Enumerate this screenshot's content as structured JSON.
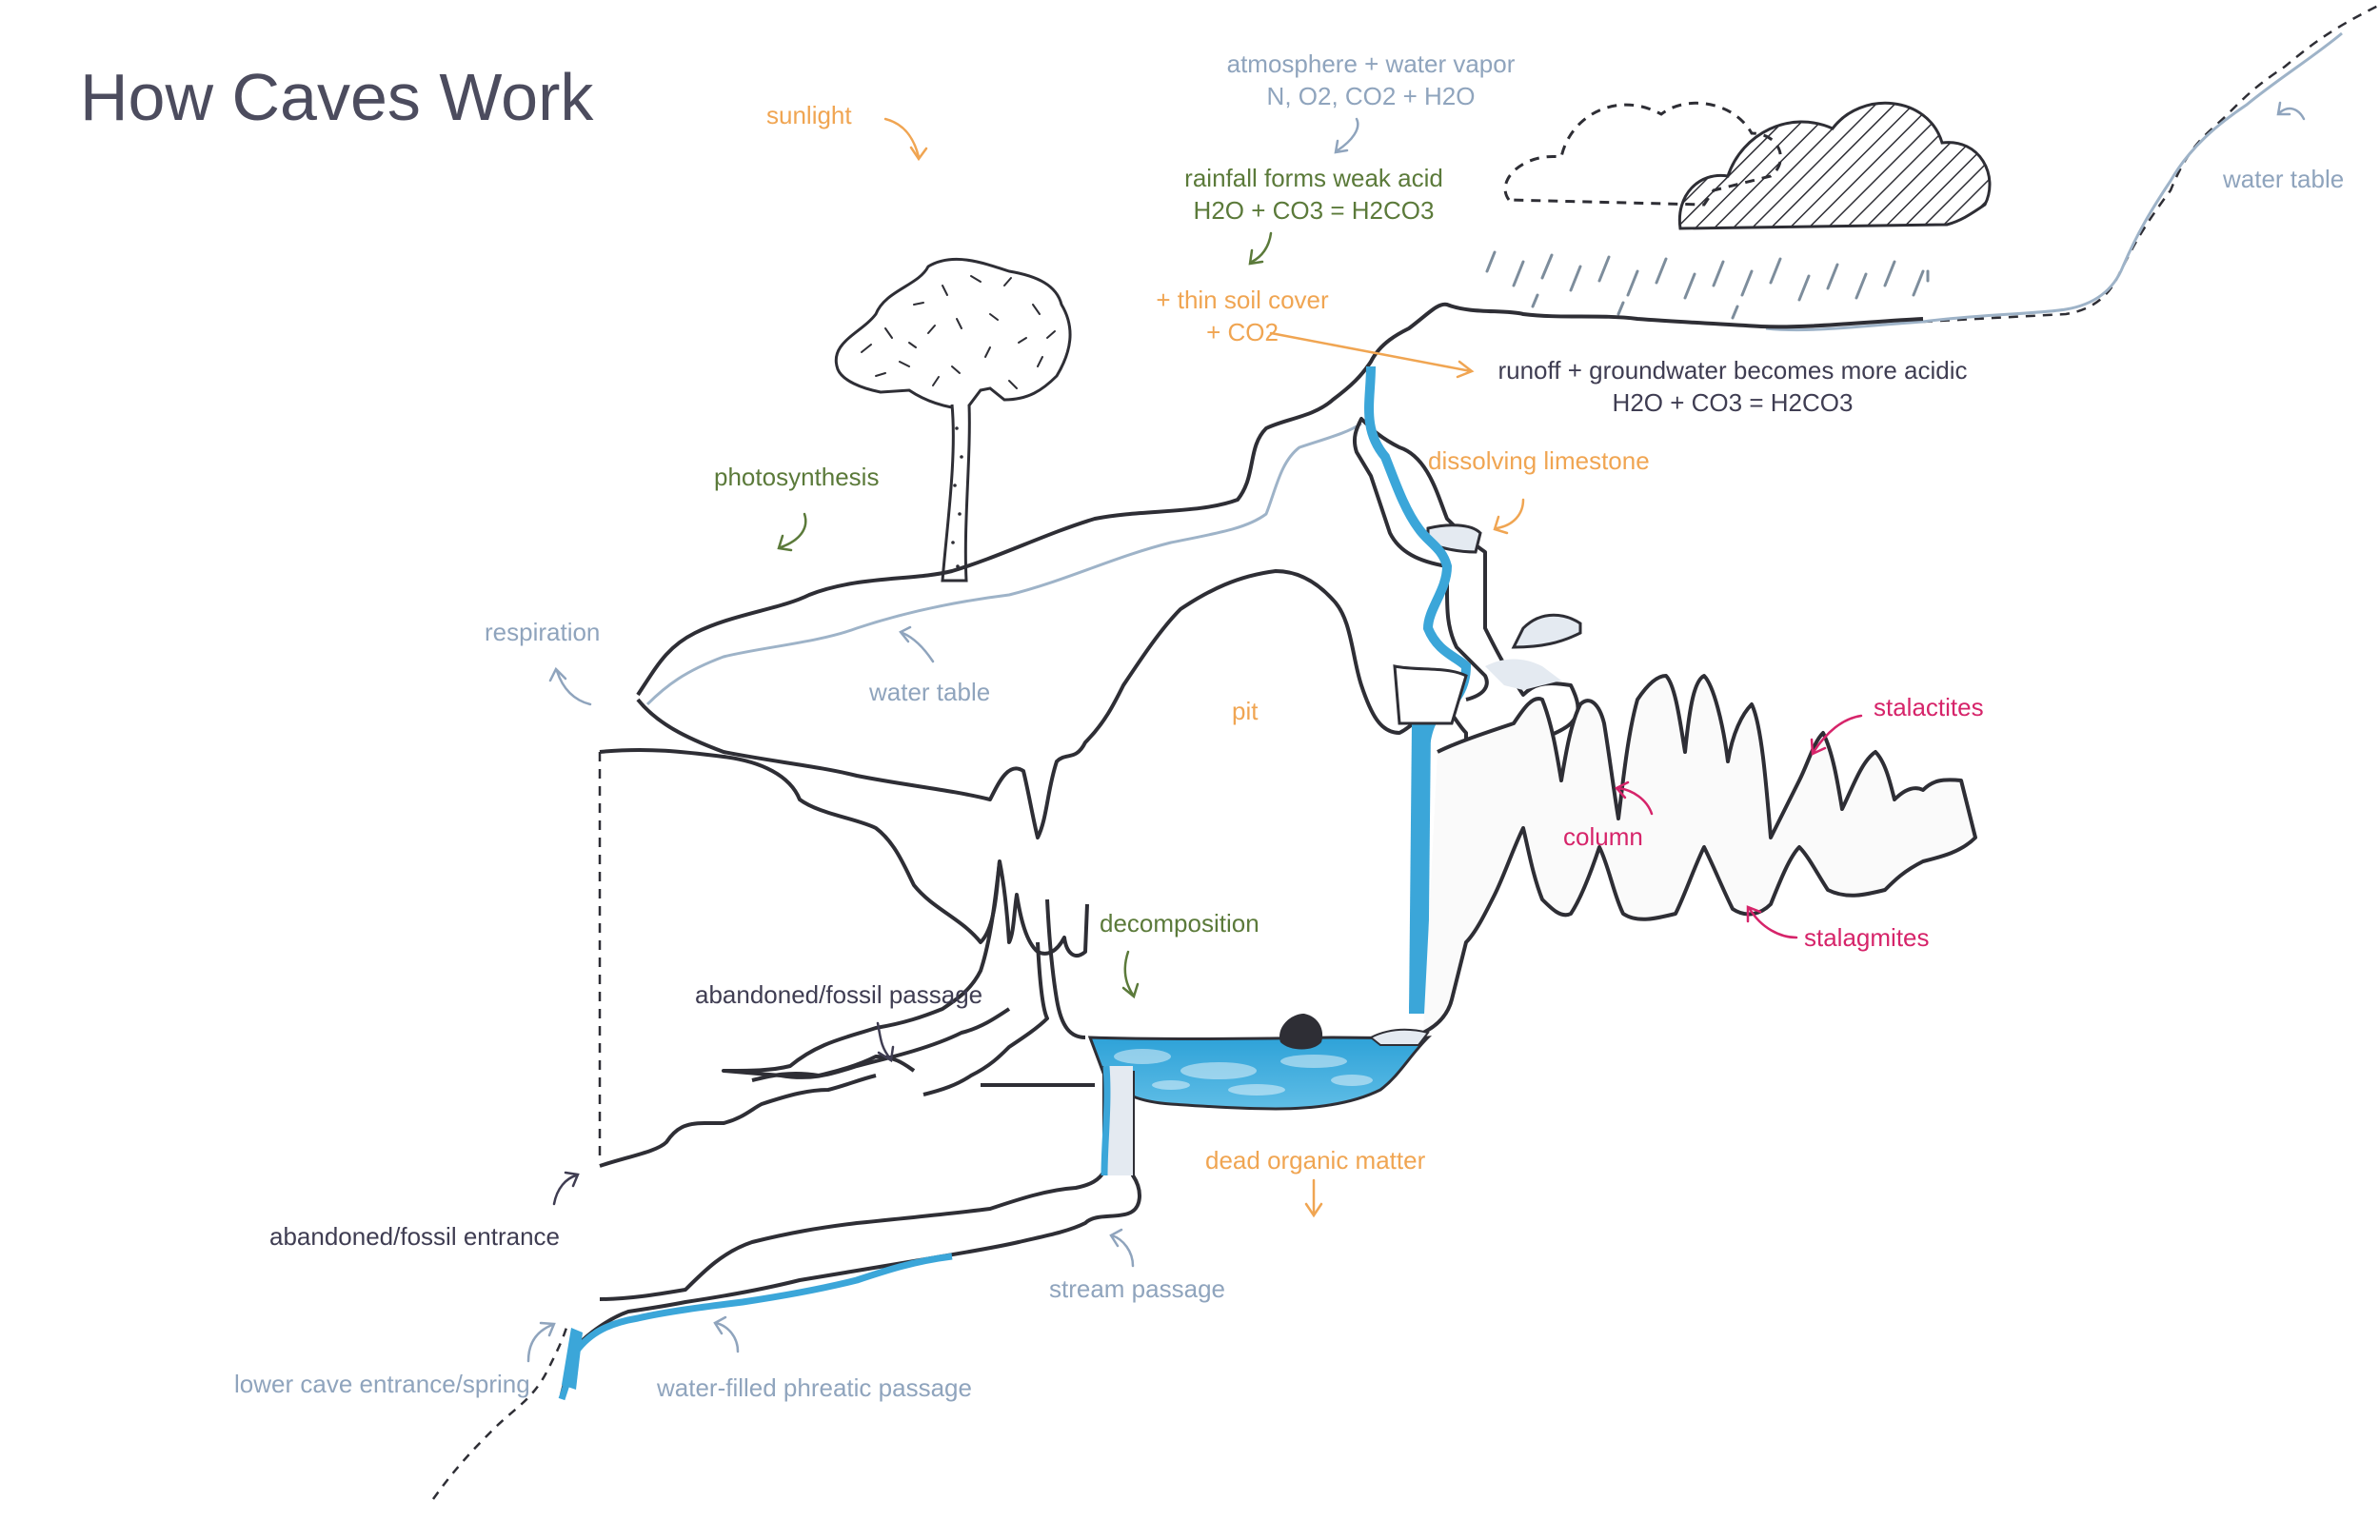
{
  "title": "How Caves Work",
  "colors": {
    "outline": "#2e2e35",
    "water_blue": "#3ba6d9",
    "water_table_line": "#9eb3c8",
    "label_orange": "#f0a552",
    "label_green": "#5b7a3a",
    "label_blue": "#8fa4bd",
    "label_dark": "#3f3d52",
    "label_pink": "#d6246a"
  },
  "labels": {
    "atmosphere_line1": "atmosphere + water vapor",
    "atmosphere_line2": "N, O2, CO2 + H2O",
    "sunlight": "sunlight",
    "rainfall_line1": "rainfall forms weak acid",
    "rainfall_line2": "H2O + CO3 = H2CO3",
    "soil_line1": "+ thin soil cover",
    "soil_line2": "+ CO2",
    "runoff_line1": "runoff + groundwater becomes more acidic",
    "runoff_line2": "H2O + CO3 = H2CO3",
    "water_table_top": "water table",
    "photosynthesis": "photosynthesis",
    "dissolving_limestone": "dissolving limestone",
    "respiration": "respiration",
    "water_table_mid": "water table",
    "pit": "pit",
    "stalactites": "stalactites",
    "column": "column",
    "stalagmites": "stalagmites",
    "decomposition": "decomposition",
    "abandoned_passage": "abandoned/fossil passage",
    "dead_organic_matter": "dead organic matter",
    "abandoned_entrance": "abandoned/fossil entrance",
    "stream_passage": "stream passage",
    "lower_entrance": "lower cave entrance/spring",
    "phreatic_passage": "water-filled phreatic passage"
  }
}
